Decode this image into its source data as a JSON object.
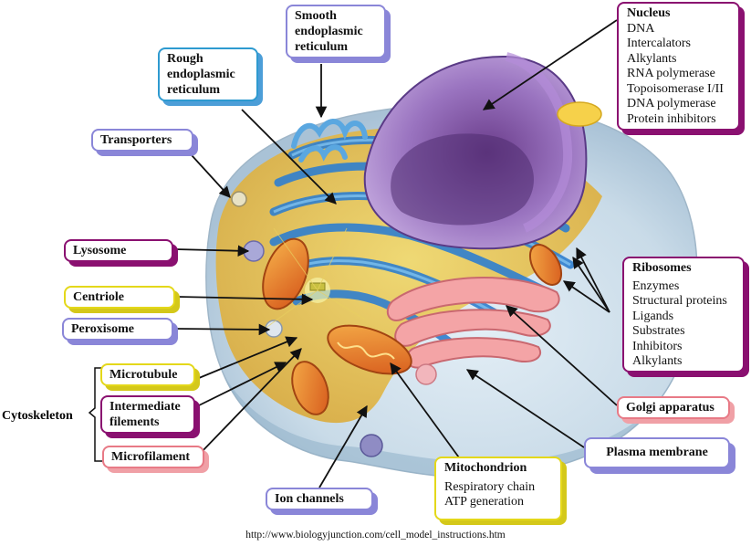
{
  "labels": {
    "smooth_er": "Smooth endoplasmic reticulum",
    "rough_er": "Rough endoplasmic reticulum",
    "transporters": "Transporters",
    "lysosome": "Lysosome",
    "centriole": "Centriole",
    "peroxisome": "Peroxisome",
    "microtubule": "Microtubule",
    "intermediate_filaments": "Intermediate filements",
    "microfilament": "Microfilament",
    "cytoskeleton": "Cytoskeleton",
    "ion_channels": "Ion channels",
    "golgi": "Golgi apparatus",
    "plasma_membrane": "Plasma membrane"
  },
  "nucleus": {
    "title": "Nucleus",
    "items": [
      "DNA",
      "Intercalators",
      "Alkylants",
      "RNA polymerase",
      "Topoisomerase I/II",
      "DNA polymerase",
      "Protein inhibitors"
    ]
  },
  "ribosomes": {
    "title": "Ribosomes",
    "items": [
      "Enzymes",
      "Structural proteins",
      "Ligands",
      "Substrates",
      "Inhibitors",
      "Alkylants"
    ]
  },
  "mitochondrion": {
    "title": "Mitochondrion",
    "items": [
      "Respiratory chain",
      "ATP generation"
    ]
  },
  "credit": "http://www.biologyjunction.com/cell_model_instructions.htm",
  "colors": {
    "purple_border": "#8a1070",
    "blue_border": "#2e9ad0",
    "lavender_border": "#8a86d8",
    "yellow_border": "#e4d81a",
    "pink_border": "#e87a86",
    "shadow_purple": "#8a1070",
    "shadow_blue": "#4c9ed8",
    "shadow_lavender": "#8a86d8",
    "shadow_yellow": "#d4c81a",
    "shadow_pink": "#f0a0a6"
  }
}
